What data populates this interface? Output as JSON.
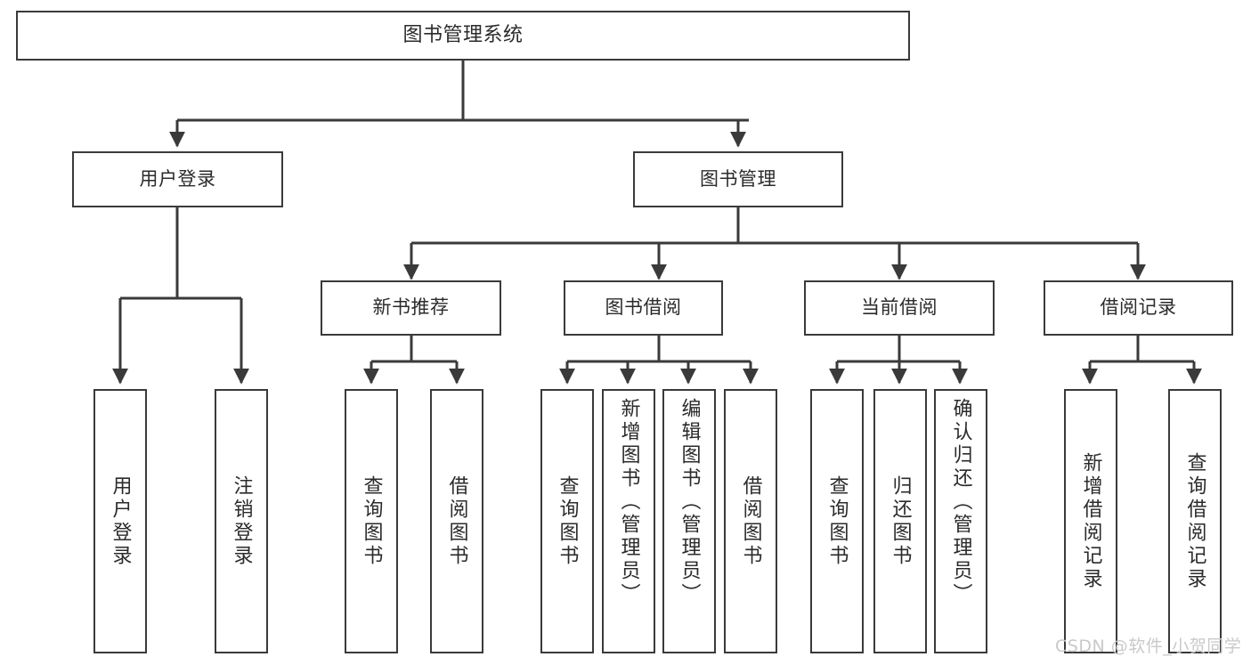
{
  "diagram": {
    "type": "tree-hierarchy-chart",
    "title": "图书管理系统",
    "colors": {
      "stroke": "#3a3a3a",
      "text": "#2b2b2b",
      "background": "#ffffff",
      "watermark": "#c9c9c9"
    },
    "root": {
      "label": "图书管理系统"
    },
    "level2": [
      {
        "label": "用户登录"
      },
      {
        "label": "图书管理"
      }
    ],
    "level3": [
      {
        "label": "新书推荐"
      },
      {
        "label": "图书借阅"
      },
      {
        "label": "当前借阅"
      },
      {
        "label": "借阅记录"
      }
    ],
    "leaves": {
      "user_login": [
        {
          "label": "用户登录"
        },
        {
          "label": "注销登录"
        }
      ],
      "new_book_recommend": [
        {
          "label": "查询图书"
        },
        {
          "label": "借阅图书"
        }
      ],
      "book_borrow": [
        {
          "label": "查询图书"
        },
        {
          "label": "新增图书（管理员）"
        },
        {
          "label": "编辑图书（管理员）"
        },
        {
          "label": "借阅图书"
        }
      ],
      "current_borrow": [
        {
          "label": "查询图书"
        },
        {
          "label": "归还图书"
        },
        {
          "label": "确认归还（管理员）"
        }
      ],
      "borrow_record": [
        {
          "label": "新增借阅记录"
        },
        {
          "label": "查询借阅记录"
        }
      ]
    },
    "watermark": "CSDN @软件_小贺同学"
  }
}
